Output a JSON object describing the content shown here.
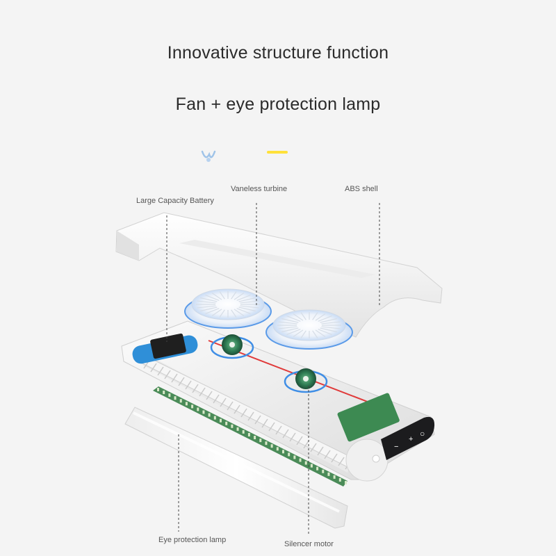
{
  "heading": {
    "title": "Innovative structure function",
    "subtitle": "Fan + eye protection lamp"
  },
  "callouts": {
    "battery": "Large Capacity Battery",
    "turbine": "Vaneless turbine",
    "shell": "ABS shell",
    "lamp": "Eye protection lamp",
    "motor": "Silencer motor"
  },
  "control_panel": {
    "minus_glyph": "−",
    "plus_glyph": "+",
    "power_glyph": "○"
  },
  "colors": {
    "background": "#f4f4f4",
    "battery_blue": "#2f8fd8",
    "fan_glow": "#3a86e8",
    "pcb_green": "#3d8a52",
    "panel_dark": "#1c1c1e"
  }
}
